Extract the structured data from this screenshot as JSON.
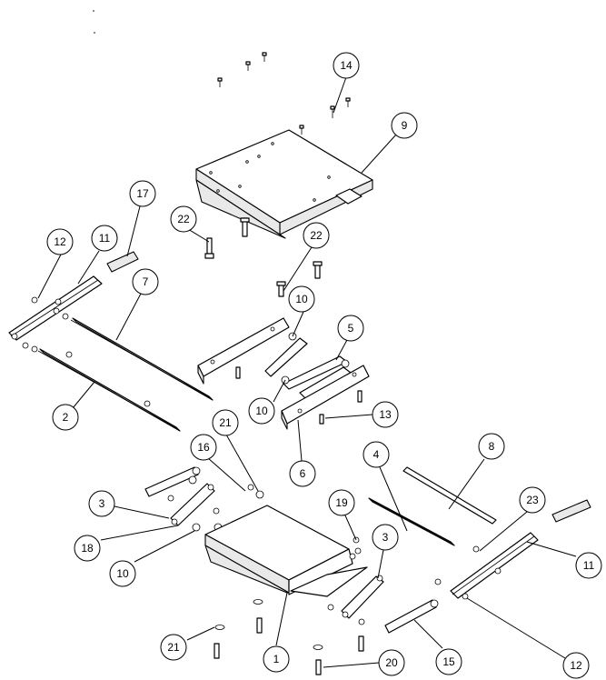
{
  "callouts": [
    {
      "id": "c14",
      "label": "14"
    },
    {
      "id": "c9",
      "label": "9"
    },
    {
      "id": "c17",
      "label": "17"
    },
    {
      "id": "c22a",
      "label": "22"
    },
    {
      "id": "c12a",
      "label": "12"
    },
    {
      "id": "c11a",
      "label": "11"
    },
    {
      "id": "c7",
      "label": "7"
    },
    {
      "id": "c22b",
      "label": "22"
    },
    {
      "id": "c10a",
      "label": "10"
    },
    {
      "id": "c5",
      "label": "5"
    },
    {
      "id": "c10b",
      "label": "10"
    },
    {
      "id": "c13",
      "label": "13"
    },
    {
      "id": "c2",
      "label": "2"
    },
    {
      "id": "c21a",
      "label": "21"
    },
    {
      "id": "c16",
      "label": "16"
    },
    {
      "id": "c6",
      "label": "6"
    },
    {
      "id": "c8",
      "label": "8"
    },
    {
      "id": "c4",
      "label": "4"
    },
    {
      "id": "c23",
      "label": "23"
    },
    {
      "id": "c3a",
      "label": "3"
    },
    {
      "id": "c19",
      "label": "19"
    },
    {
      "id": "c3b",
      "label": "3"
    },
    {
      "id": "c18",
      "label": "18"
    },
    {
      "id": "c11b",
      "label": "11"
    },
    {
      "id": "c10c",
      "label": "10"
    },
    {
      "id": "c12b",
      "label": "12"
    },
    {
      "id": "c21b",
      "label": "21"
    },
    {
      "id": "c1",
      "label": "1"
    },
    {
      "id": "c20",
      "label": "20"
    },
    {
      "id": "c15",
      "label": "15"
    }
  ]
}
